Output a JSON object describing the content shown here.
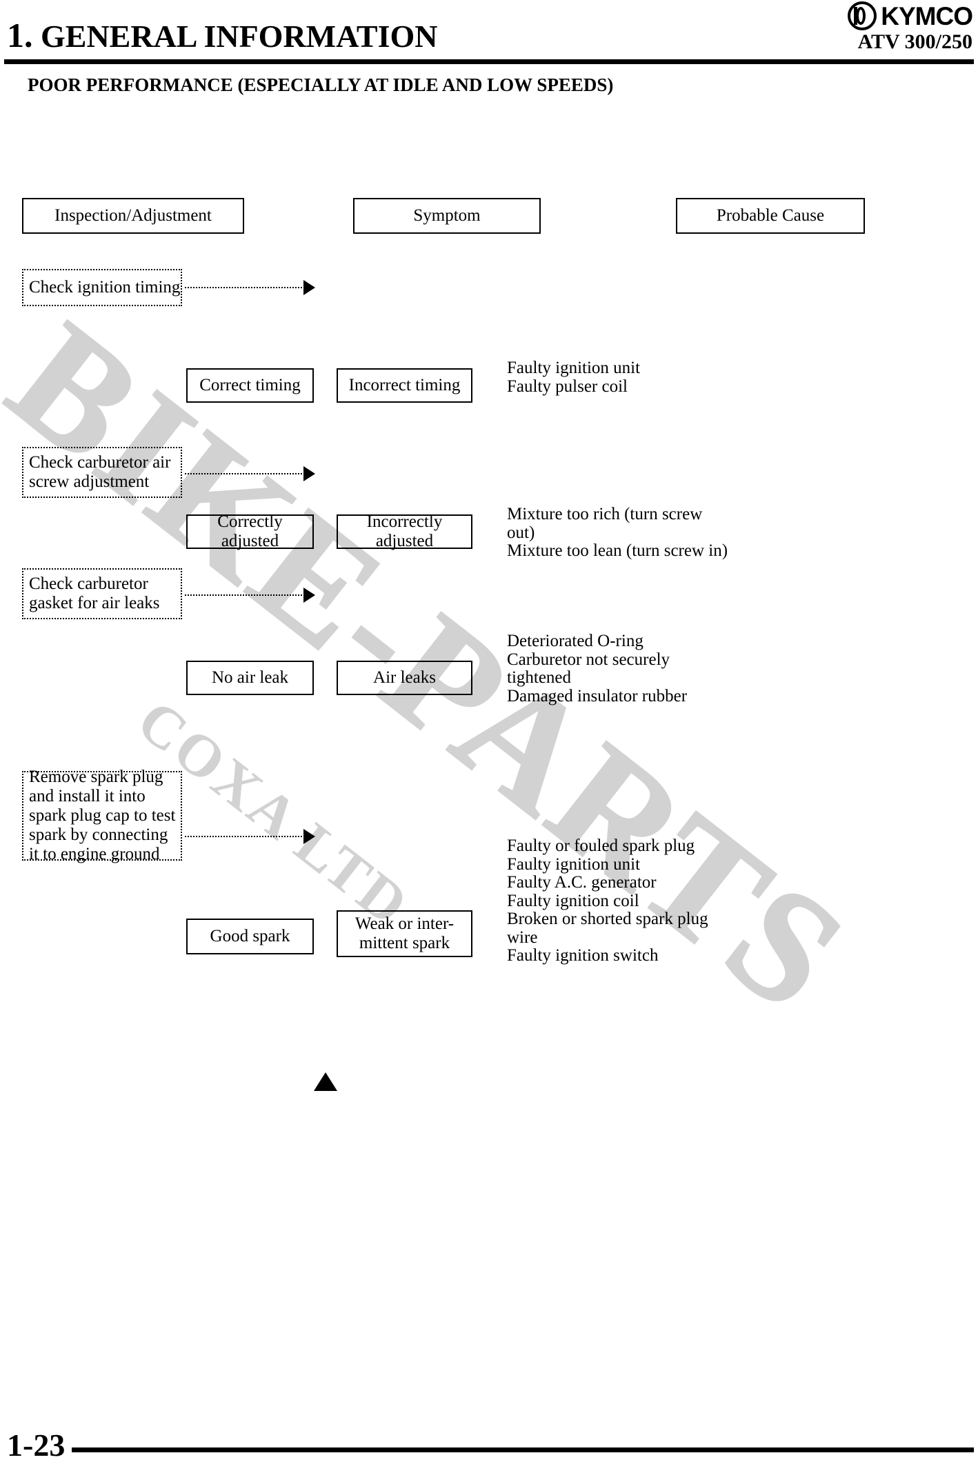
{
  "header": {
    "chapter_number": "1.",
    "chapter_title": "GENERAL INFORMATION",
    "model": "ATV 300/250",
    "brand": "KYMCO"
  },
  "section": {
    "heading": "POOR PERFORMANCE (ESPECIALLY AT IDLE AND LOW SPEEDS)"
  },
  "watermark": {
    "main": "BIKE-PARTS",
    "sub": "COXA LTD"
  },
  "columns": {
    "inspection": "Inspection/Adjustment",
    "symptom": "Symptom",
    "probable_cause": "Probable Cause"
  },
  "steps": [
    {
      "inspection": "Check ignition timing",
      "ok": "Correct timing",
      "fail": "Incorrect timing",
      "causes": [
        "Faulty ignition unit",
        "Faulty pulser coil"
      ]
    },
    {
      "inspection": "Check carburetor air screw adjustment",
      "ok": "Correctly adjusted",
      "fail": "Incorrectly adjusted",
      "causes": [
        "Mixture too rich (turn screw",
        "out)",
        "Mixture too lean (turn screw in)"
      ]
    },
    {
      "inspection": "Check carburetor gasket for air leaks",
      "ok": "No air leak",
      "fail": "Air leaks",
      "causes": [
        "Deteriorated O-ring",
        "Carburetor not securely",
        "tightened",
        "Damaged insulator rubber"
      ]
    },
    {
      "inspection": "Remove spark plug and install it into spark plug cap to test spark by connecting it to engine ground",
      "ok": "Good spark",
      "fail": "Weak or inter-\nmittent spark",
      "causes": [
        "Faulty or fouled spark plug",
        "Faulty ignition unit",
        "Faulty A.C. generator",
        "Faulty ignition coil",
        "Broken or shorted spark plug",
        "wire",
        "Faulty ignition switch"
      ]
    }
  ],
  "footer": {
    "page_number": "1-23"
  },
  "colors": {
    "ink": "#000000",
    "watermark": "#d2d2d2",
    "paper": "#ffffff"
  }
}
